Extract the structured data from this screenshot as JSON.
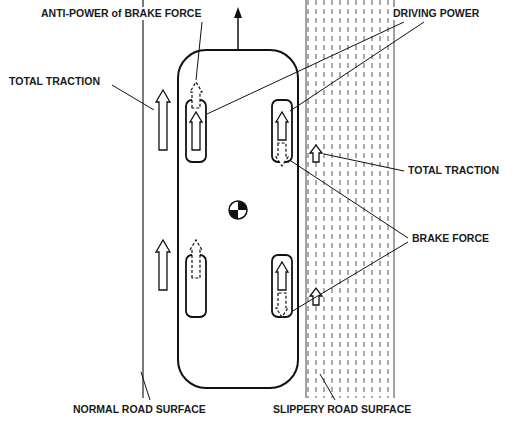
{
  "diagram": {
    "labels": [
      "ANTI-POWER of BRAKE FORCE",
      "DRIVING POWER",
      "TOTAL TRACTION",
      "TOTAL TRACTION",
      "BRAKE FORCE",
      "NORMAL ROAD SURFACE",
      "SLIPPERY ROAD SURFACE"
    ]
  }
}
